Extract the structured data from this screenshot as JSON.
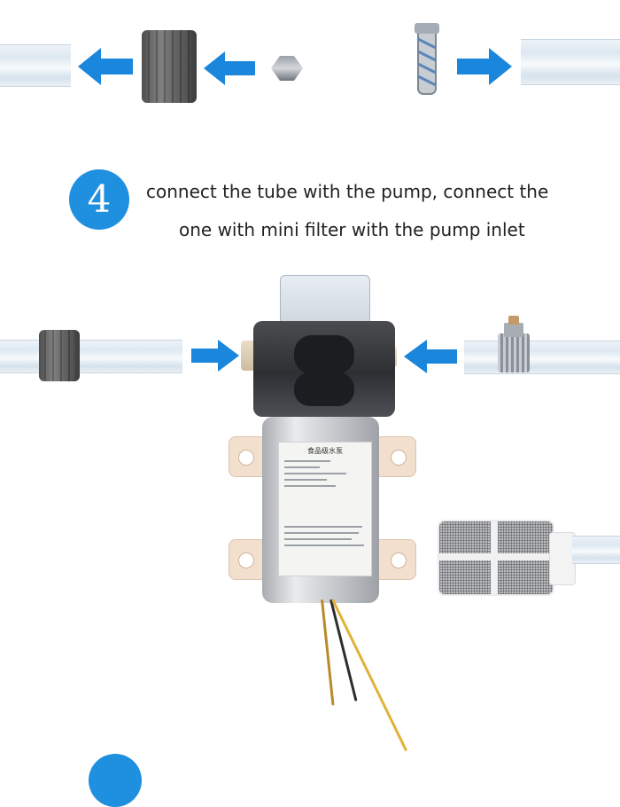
{
  "instruction": {
    "step_number": "4",
    "line1": "connect the tube with the pump, connect the",
    "line2": "one with mini filter with the pump inlet"
  },
  "pump_label": {
    "title": "食品级水泵"
  },
  "colors": {
    "accent_blue": "#1f8fe0",
    "arrow_blue": "#1a86dc"
  },
  "icons": [
    "arrow-left-icon",
    "arrow-right-icon",
    "step-number-badge"
  ]
}
